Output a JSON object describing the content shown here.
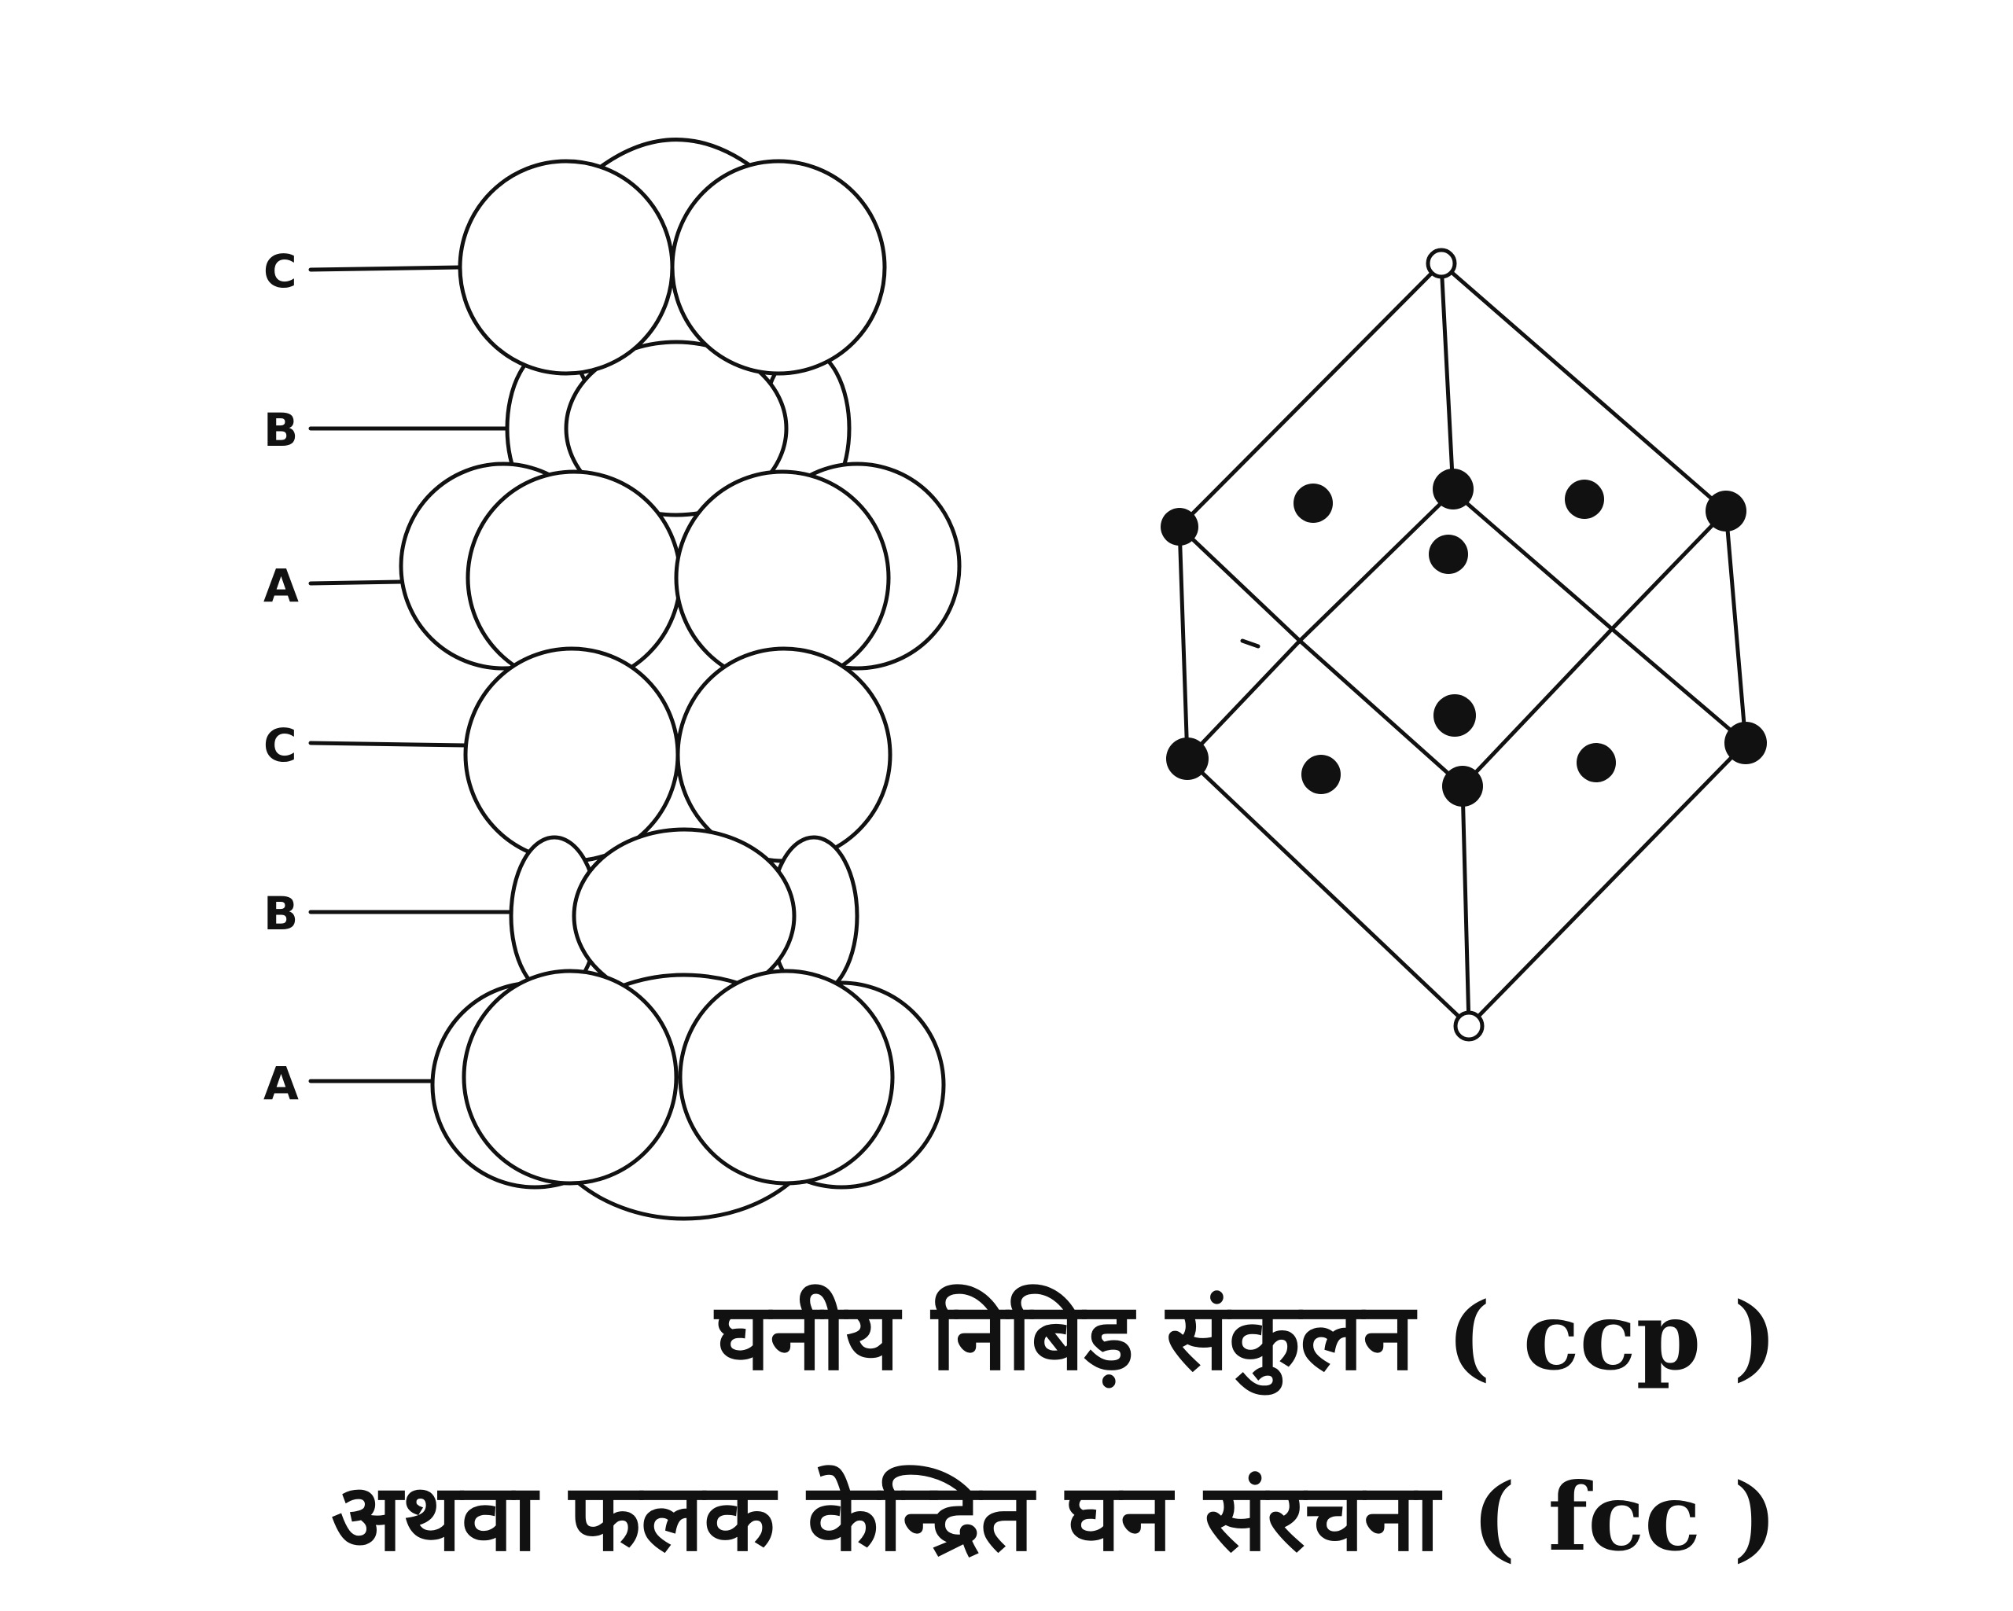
{
  "stacking_diagram": {
    "layer_labels": [
      "C",
      "B",
      "A",
      "C",
      "B",
      "A"
    ]
  },
  "caption": {
    "line1": "घनीय निबिड़ संकुलन ( ccp )",
    "line2": "अथवा फलक केन्द्रित घन संरचना ( fcc )"
  }
}
